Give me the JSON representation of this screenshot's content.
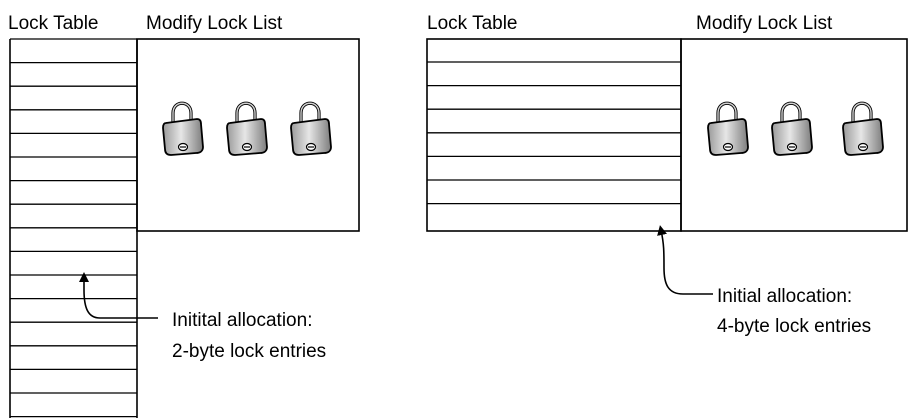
{
  "left": {
    "lock_table_label": "Lock Table",
    "modify_lock_list_label": "Modify Lock List",
    "note_line1": "Initital allocation:",
    "note_line2": "2-byte lock entries",
    "lock_count": 3
  },
  "right": {
    "lock_table_label": "Lock Table",
    "modify_lock_list_label": "Modify Lock List",
    "note_line1": "Initial allocation:",
    "note_line2": "4-byte lock entries",
    "lock_count": 3
  },
  "icons": {
    "lock": "padlock-icon"
  }
}
